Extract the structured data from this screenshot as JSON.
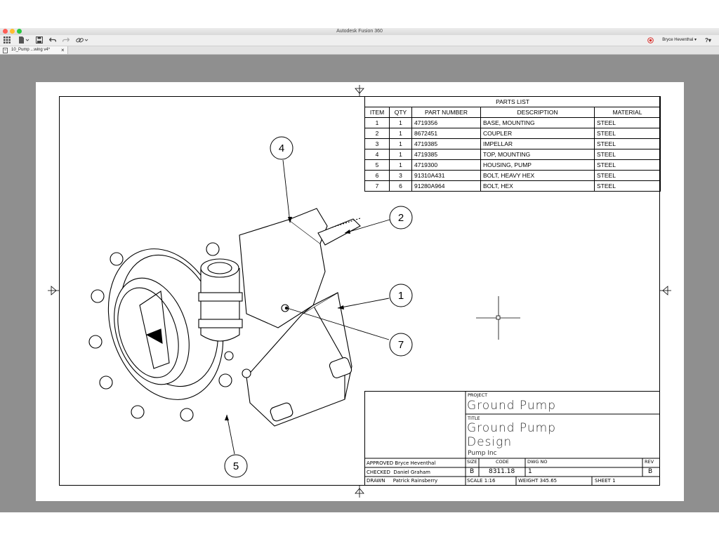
{
  "window": {
    "title": "Autodesk Fusion 360",
    "traffic_colors": [
      "#ff5f57",
      "#febc2e",
      "#28c840"
    ]
  },
  "toolbar": {
    "user": "Bryce Heventhal ▾",
    "help": "?▾",
    "record_color": "#d9302c"
  },
  "tab": {
    "label": "10_Pump ...wing v4*",
    "close": "×"
  },
  "drawing": {
    "parts_list": {
      "title": "PARTS LIST",
      "headers": [
        "ITEM",
        "QTY",
        "PART NUMBER",
        "DESCRIPTION",
        "MATERIAL"
      ],
      "rows": [
        [
          "1",
          "1",
          "4719356",
          "BASE, MOUNTING",
          "STEEL"
        ],
        [
          "2",
          "1",
          "8672451",
          "COUPLER",
          "STEEL"
        ],
        [
          "3",
          "1",
          "4719385",
          "IMPELLAR",
          "STEEL"
        ],
        [
          "4",
          "1",
          "4719385",
          "TOP, MOUNTING",
          "STEEL"
        ],
        [
          "5",
          "1",
          "4719300",
          "HOUSING, PUMP",
          "STEEL"
        ],
        [
          "6",
          "3",
          "91310A431",
          "BOLT, HEAVY HEX",
          "STEEL"
        ],
        [
          "7",
          "6",
          "91280A964",
          "BOLT, HEX",
          "STEEL"
        ]
      ]
    },
    "balloons": [
      "4",
      "2",
      "1",
      "7",
      "5"
    ],
    "title_block": {
      "project_label": "PROJECT",
      "project": "Ground Pump",
      "title_label": "TITLE",
      "title_line1": "Ground Pump",
      "title_line2": "Design",
      "company": "Pump Inc",
      "size_label": "SIZE",
      "size": "B",
      "code_label": "CODE",
      "code": "8311.18",
      "dwg_no_label": "DWG NO",
      "dwg_no": "1",
      "rev_label": "REV",
      "rev": "B",
      "approved_label": "APPROVED",
      "approved": "Bryce Heventhal",
      "checked_label": "CHECKED",
      "checked": "Daniel Graham",
      "drawn_label": "DRAWN",
      "drawn": "Patrick Rainsberry",
      "scale_label": "SCALE",
      "scale": "1:16",
      "weight_label": "WEIGHT",
      "weight": "345.65",
      "sheet_label": "SHEET",
      "sheet": "1"
    }
  }
}
